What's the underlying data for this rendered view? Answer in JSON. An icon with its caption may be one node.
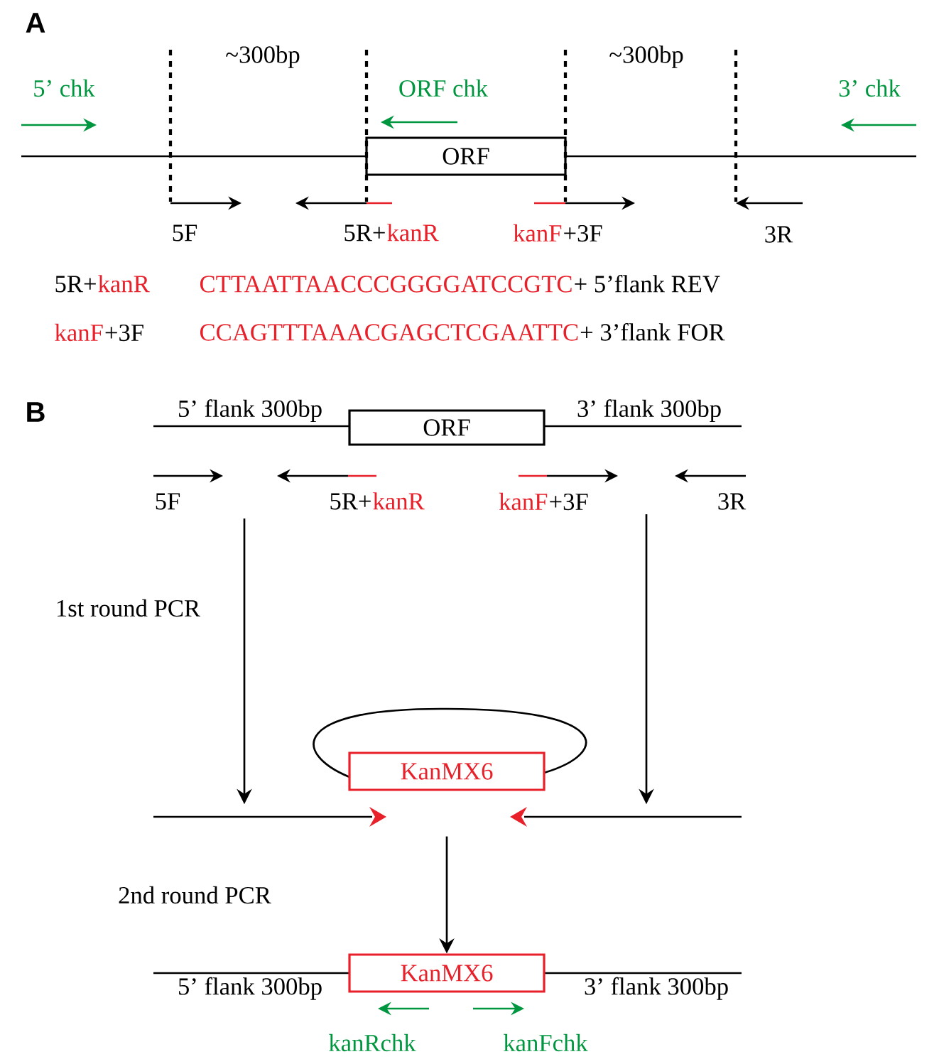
{
  "diagram": {
    "nodes": [
      {
        "text": [
          "ORF"
        ]
      },
      {
        "text": [
          "ORF"
        ]
      },
      {
        "text": [],
        "shape": "bar"
      },
      {
        "text": [
          "KanMX6"
        ]
      },
      {
        "text": [],
        "shape": "bar"
      },
      {
        "text": [
          "KanMX6"
        ]
      }
    ],
    "edges": [
      {
        "from": null,
        "to": 2,
        "arrow": "to"
      },
      {
        "from": null,
        "to": 4,
        "arrow": "to"
      },
      {
        "from": 3,
        "to": 5,
        "arrow": "to"
      }
    ],
    "labels": [
      "A",
      "~300bp",
      "~300bp",
      "5’ chk",
      "ORF chk",
      "3’ chk",
      "5F",
      "5R+",
      "kanR",
      "kanF",
      "+3F",
      "3R",
      "5R+",
      "kanR",
      "CTTAATTAACCCGGGGATCCGTC",
      "+ 5’flank REV",
      "kanF",
      "+3F",
      "CCAGTTTAAACGAGCTCGAATTC",
      "+ 3’flank FOR",
      "B",
      "5’ flank 300bp",
      "3’ flank 300bp",
      "5F",
      "5R+",
      "kanR",
      "kanF",
      "+3F",
      "3R",
      "1st round PCR",
      "2nd round PCR",
      "5’ flank 300bp",
      "3’ flank 300bp",
      "kanRchk",
      "kanFchk"
    ]
  }
}
